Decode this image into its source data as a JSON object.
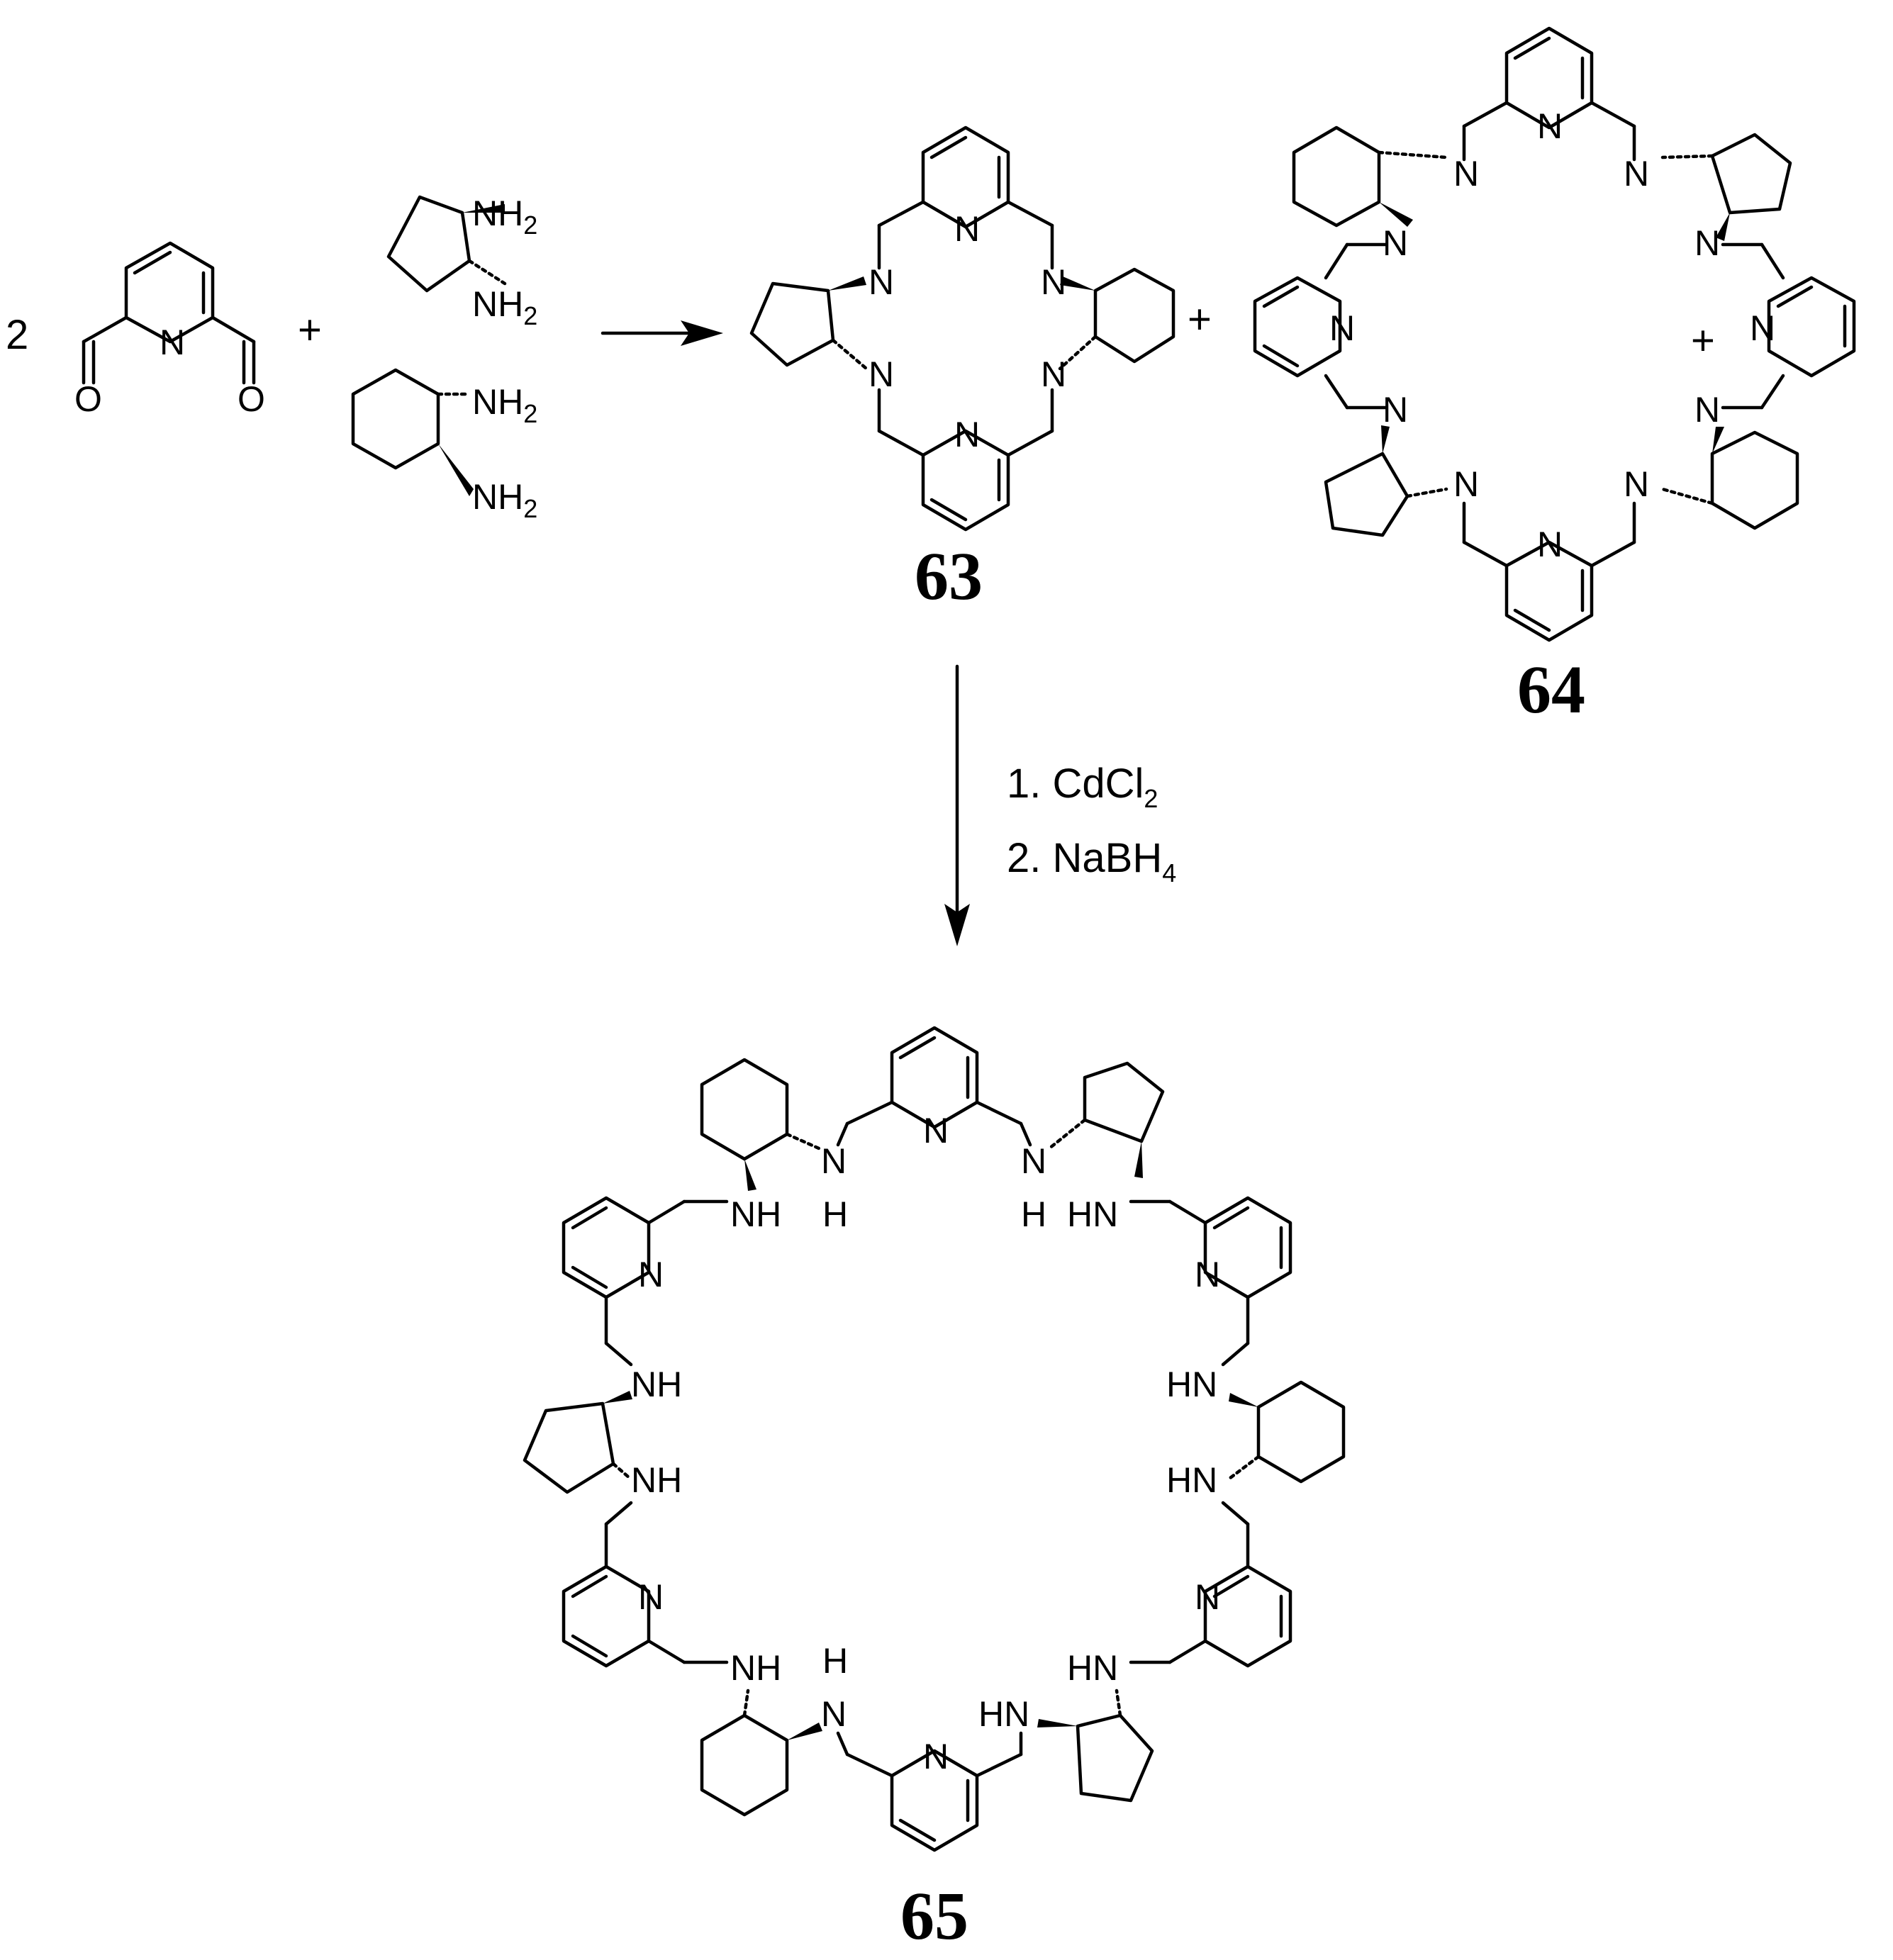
{
  "reaction": {
    "coefficient": "2",
    "plus_sign": "+",
    "conditions": {
      "step1_text": "1. CdCl",
      "step1_subscript": "2",
      "step2_text": "2. NaBH",
      "step2_subscript": "4"
    }
  },
  "atoms": {
    "nitrogen": "N",
    "oxygen": "O",
    "nh": "NH",
    "hn": "HN",
    "h": "H",
    "nh2": "NH",
    "nh2_sub": "2"
  },
  "compounds": {
    "c63": "63",
    "c64": "64",
    "c65": "65"
  }
}
